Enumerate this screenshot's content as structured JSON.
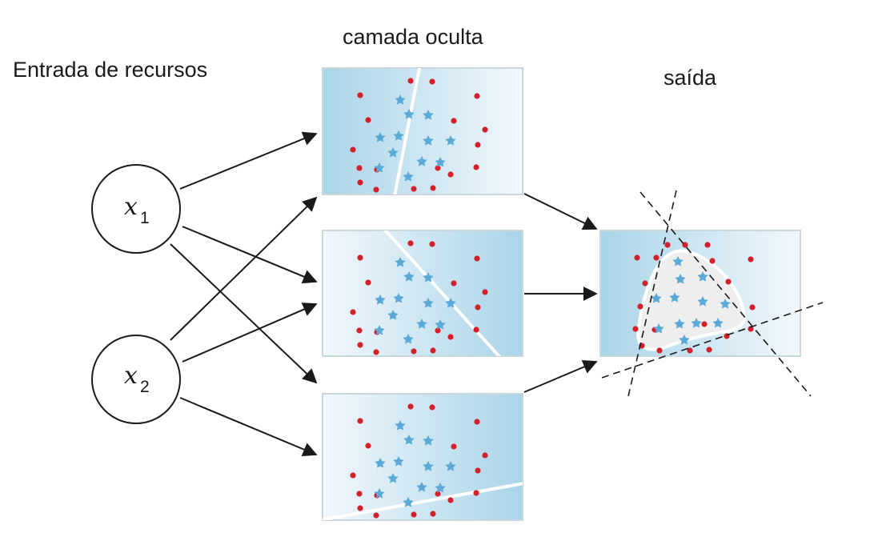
{
  "labels": {
    "input": "Entrada de recursos",
    "hidden": "camada oculta",
    "output": "saída"
  },
  "nodes": [
    {
      "var": "x",
      "sub": "1"
    },
    {
      "var": "x",
      "sub": "2"
    }
  ],
  "colors": {
    "dot": "#d4202a",
    "star": "#5aa9d6",
    "panel_dark": "#a9d4e8",
    "panel_light": "#f2f8fc",
    "boundary": "#ffffff",
    "region": "#eeeeee",
    "line": "#1a1a1a"
  },
  "panels": [
    {
      "name": "hidden-panel-1",
      "gradient": "left-dark"
    },
    {
      "name": "hidden-panel-2",
      "gradient": "right-dark"
    },
    {
      "name": "hidden-panel-3",
      "gradient": "right-dark"
    },
    {
      "name": "output-panel",
      "gradient": "left-dark"
    }
  ]
}
